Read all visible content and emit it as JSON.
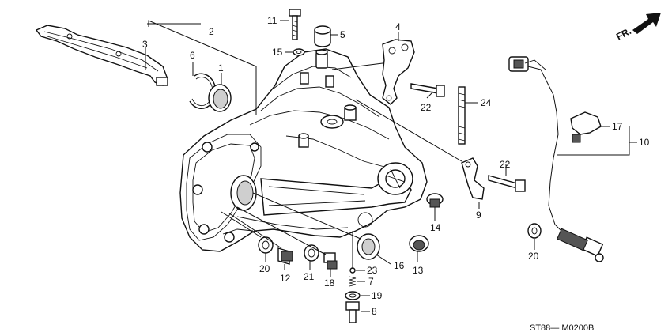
{
  "direction_label": "FR.",
  "diagram_code": "ST88— M0200B",
  "callouts": {
    "p1": "1",
    "p2": "2",
    "p3": "3",
    "p4": "4",
    "p5": "5",
    "p6": "6",
    "p7": "7",
    "p8": "8",
    "p9": "9",
    "p10": "10",
    "p11": "11",
    "p12": "12",
    "p13": "13",
    "p14": "14",
    "p15": "15",
    "p16": "16",
    "p17": "17",
    "p18": "18",
    "p19": "19",
    "p20a": "20",
    "p20b": "20",
    "p21": "21",
    "p22a": "22",
    "p22b": "22",
    "p23": "23",
    "p24": "24"
  }
}
